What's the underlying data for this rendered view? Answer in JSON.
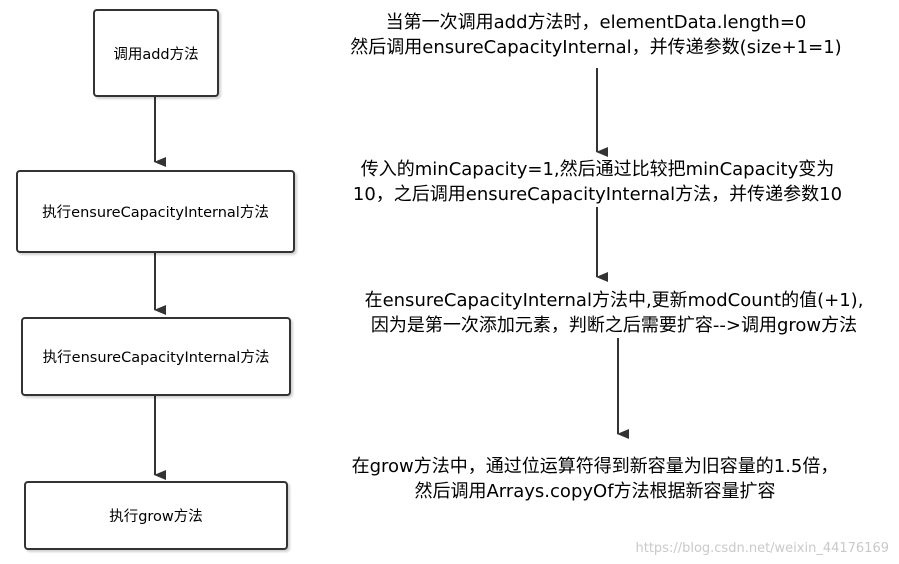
{
  "flow_boxes": [
    {
      "label": "调用add方法"
    },
    {
      "label": "执行ensureCapacityInternal方法"
    },
    {
      "label": "执行ensureCapacityInternal方法"
    },
    {
      "label": "执行grow方法"
    }
  ],
  "notes": [
    {
      "line1": "当第一次调用add方法时，elementData.length=0",
      "line2": "然后调用ensureCapacityInternal，并传递参数(size+1=1)"
    },
    {
      "line1": "传入的minCapacity=1,然后通过比较把minCapacity变为",
      "line2": "10，之后调用ensureCapacityInternal方法，并传递参数10"
    },
    {
      "line1": "在ensureCapacityInternal方法中,更新modCount的值(+1),",
      "line2": "因为是第一次添加元素，判断之后需要扩容-->调用grow方法"
    },
    {
      "line1": "在grow方法中，通过位运算符得到新容量为旧容量的1.5倍，",
      "line2": "然后调用Arrays.copyOf方法根据新容量扩容"
    }
  ],
  "watermark": "https://blog.csdn.net/weixin_44176169",
  "colors": {
    "border": "#333333",
    "arrow": "#333333",
    "watermark": "#c9c9c9"
  }
}
